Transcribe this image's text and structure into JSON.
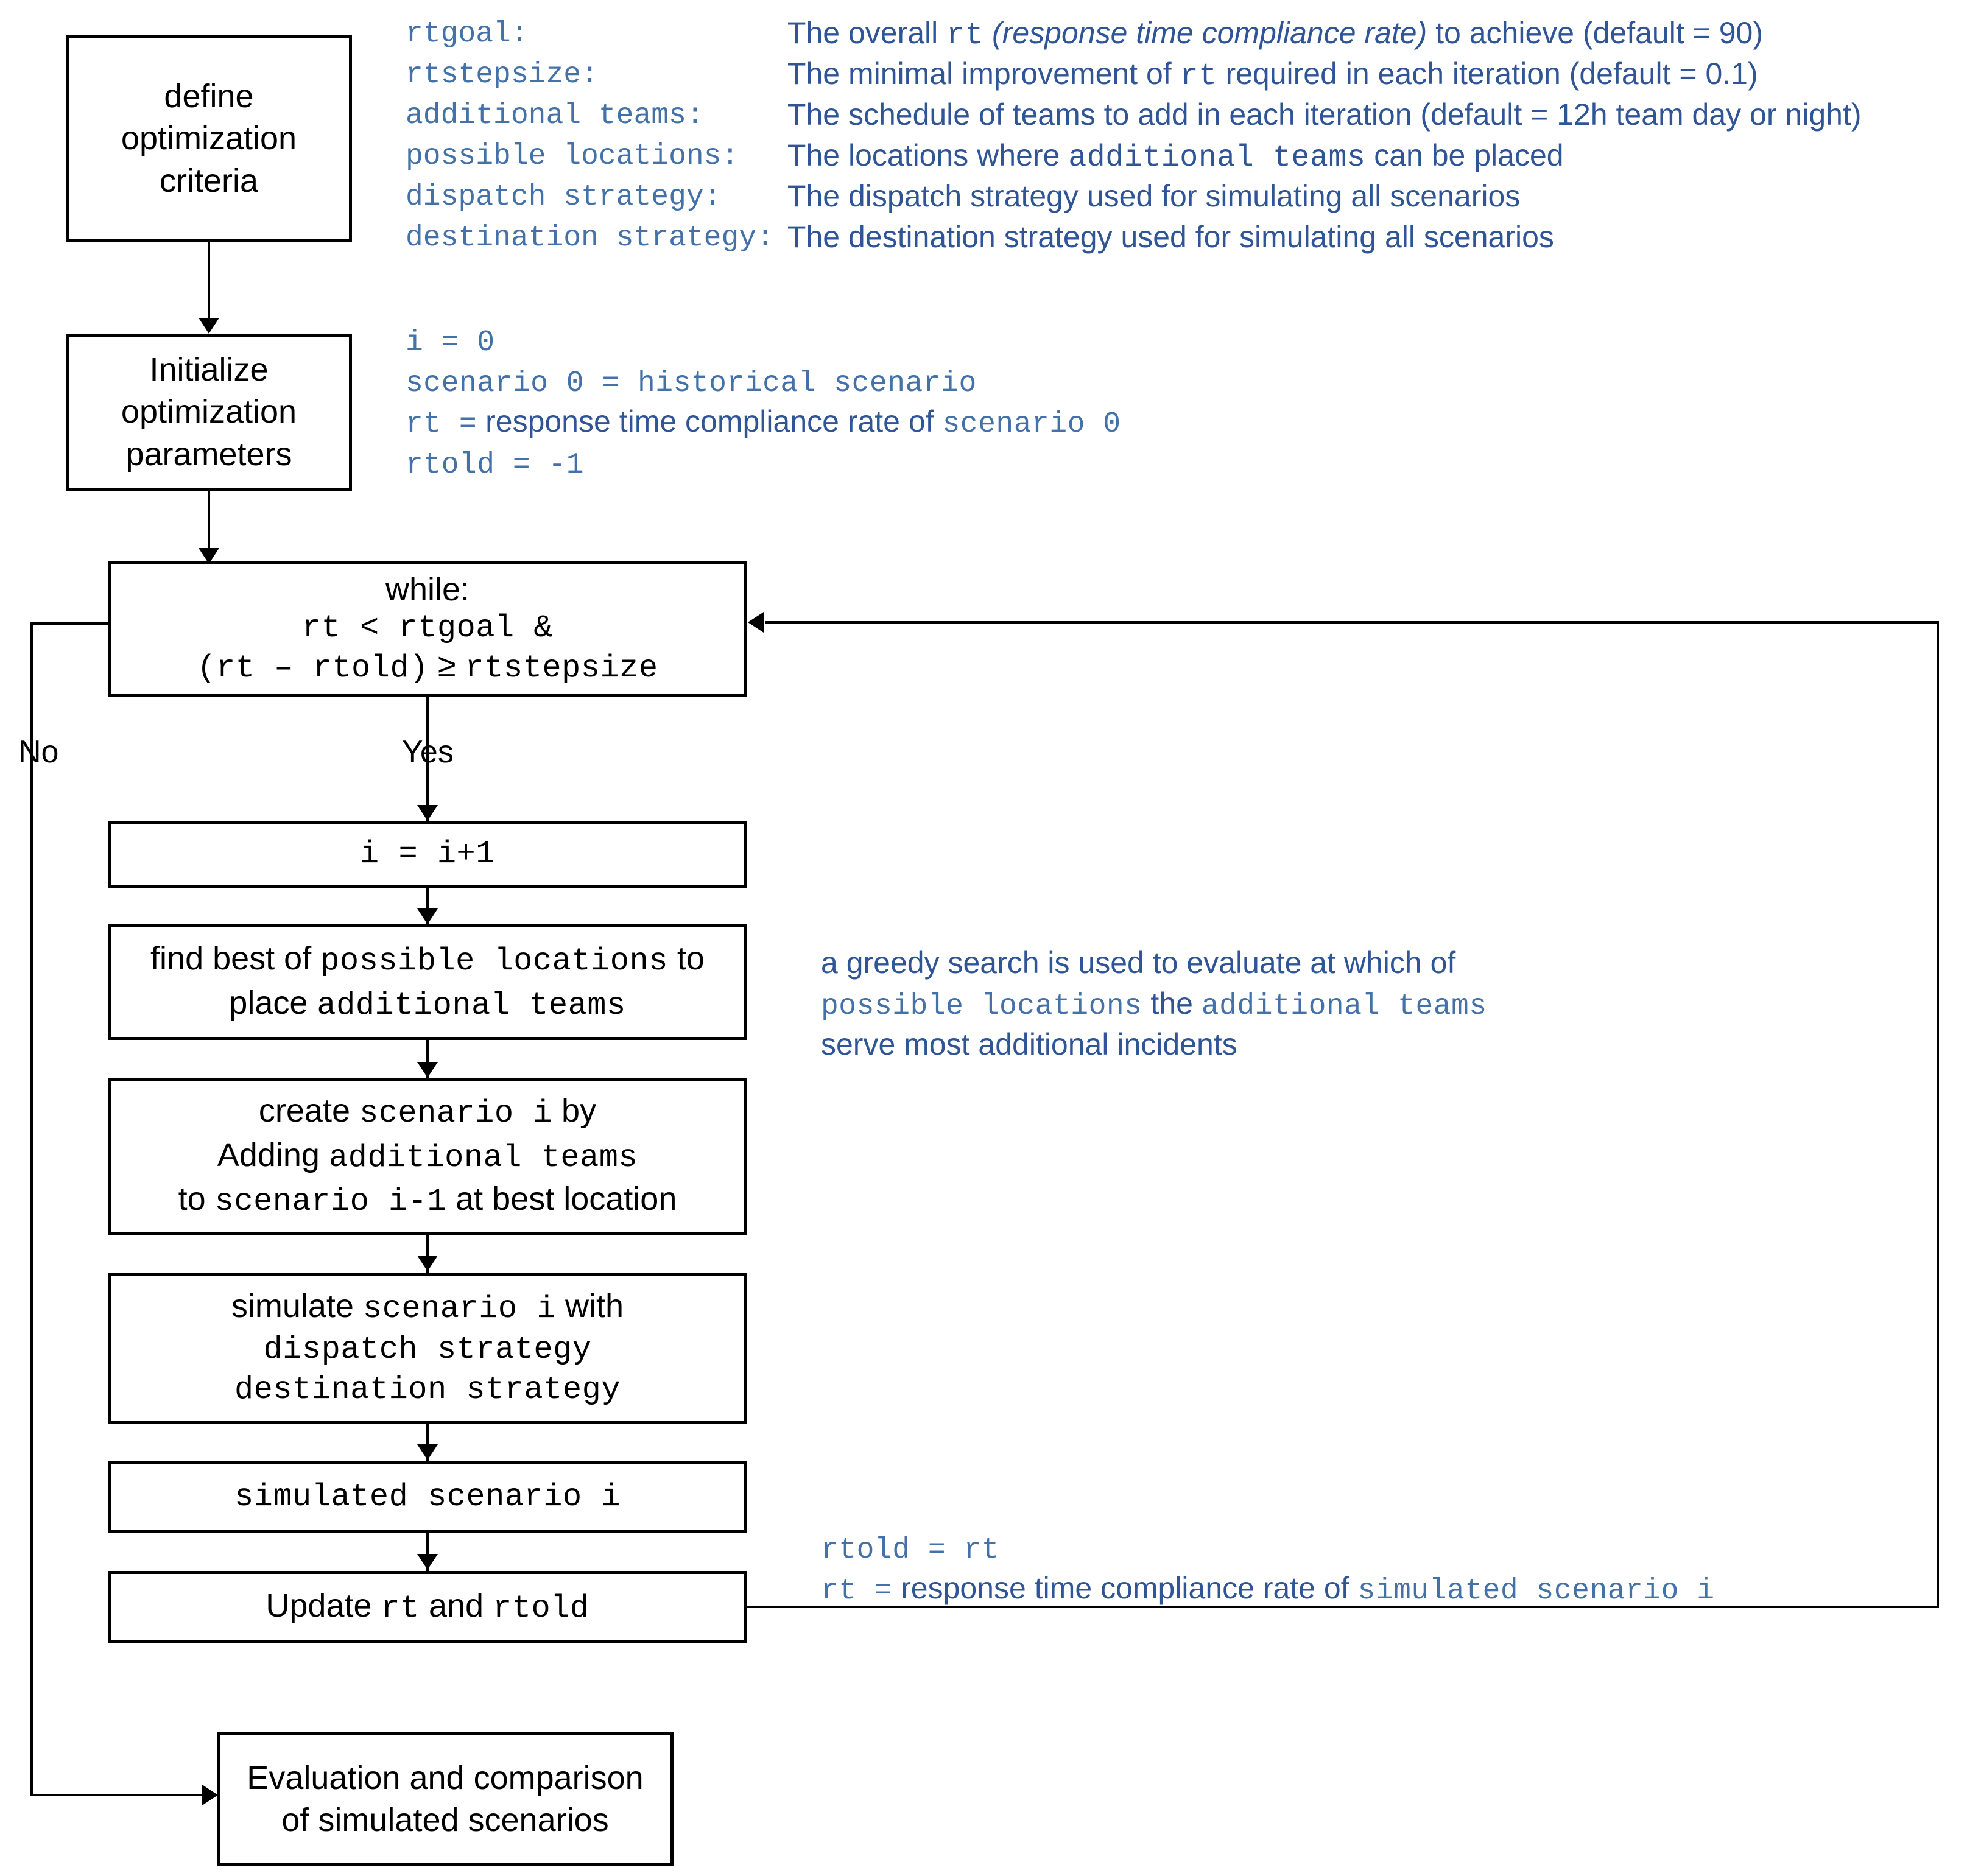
{
  "diagram": {
    "title": "Optimization flowchart",
    "accent_blue": "#2f5597",
    "code_blue": "#4472a8",
    "line_color": "#000000"
  },
  "nodes": {
    "define_criteria": {
      "lines": [
        "define",
        "optimization",
        "criteria"
      ]
    },
    "init_params": {
      "lines": [
        "Initialize",
        "optimization",
        "parameters"
      ]
    },
    "while": {
      "line1": "while:",
      "line2": "rt < rtgoal &",
      "line3_a": "(rt – rtold)",
      "line3_b": "≥",
      "line3_c": "rtstepsize"
    },
    "increment": {
      "text": "i = i+1"
    },
    "find_best": {
      "l1_a": "find best of ",
      "l1_b": "possible locations",
      "l1_c": " to",
      "l2_a": "place ",
      "l2_b": "additional teams"
    },
    "create_scenario": {
      "l1_a": "create ",
      "l1_b": "scenario i",
      "l1_c": " by",
      "l2_a": "Adding ",
      "l2_b": "additional teams",
      "l3_a": "to ",
      "l3_b": "scenario i-1",
      "l3_c": " at best location"
    },
    "simulate": {
      "l1_a": "simulate ",
      "l1_b": "scenario i",
      "l1_c": " with",
      "l2": "dispatch strategy",
      "l3": "destination strategy"
    },
    "simulated_scenario": {
      "text": "simulated scenario i"
    },
    "update": {
      "a": "Update ",
      "b": "rt",
      "c": " and ",
      "d": "rtold"
    },
    "evaluation": {
      "l1": "Evaluation and comparison",
      "l2": "of simulated scenarios"
    }
  },
  "edges": {
    "yes_label": "Yes",
    "no_label": "No"
  },
  "criteria_legend": {
    "rows": [
      {
        "key": "rtgoal:",
        "val_pre": "The overall ",
        "val_code": "rt",
        "val_italic": " (response time compliance rate)",
        "val_post": " to achieve (default = 90)"
      },
      {
        "key": "rtstepsize:",
        "val_pre": "The minimal improvement of ",
        "val_code": "rt",
        "val_italic": "",
        "val_post": "  required in each iteration (default = 0.1)"
      },
      {
        "key": "additional teams:",
        "val_pre": "The schedule of teams to add in each iteration (default = 12h team day or night)",
        "val_code": "",
        "val_italic": "",
        "val_post": ""
      },
      {
        "key": "possible locations:",
        "val_pre": "The locations where ",
        "val_code": "additional teams",
        "val_italic": "",
        "val_post": " can be placed"
      },
      {
        "key": "dispatch strategy:",
        "val_pre": "The dispatch strategy used for simulating all scenarios",
        "val_code": "",
        "val_italic": "",
        "val_post": ""
      },
      {
        "key": "destination strategy:",
        "val_pre": "The destination strategy used for simulating all scenarios",
        "val_code": "",
        "val_italic": "",
        "val_post": ""
      }
    ]
  },
  "init_annotation": {
    "line1": "i = 0",
    "line2": "scenario 0 = historical scenario",
    "line3_a": "rt =",
    "line3_b": " response time compliance rate of ",
    "line3_c": "scenario 0",
    "line4": "rtold = -1"
  },
  "greedy_annotation": {
    "line1": "a greedy search is used to evaluate at which of",
    "line2_a": "possible locations",
    "line2_b": " the ",
    "line2_c": "additional teams",
    "line3": "serve most additional incidents"
  },
  "update_annotation": {
    "line1": "rtold = rt",
    "line2_a": "rt =",
    "line2_b": " response time compliance rate of ",
    "line2_c": "simulated scenario i"
  }
}
